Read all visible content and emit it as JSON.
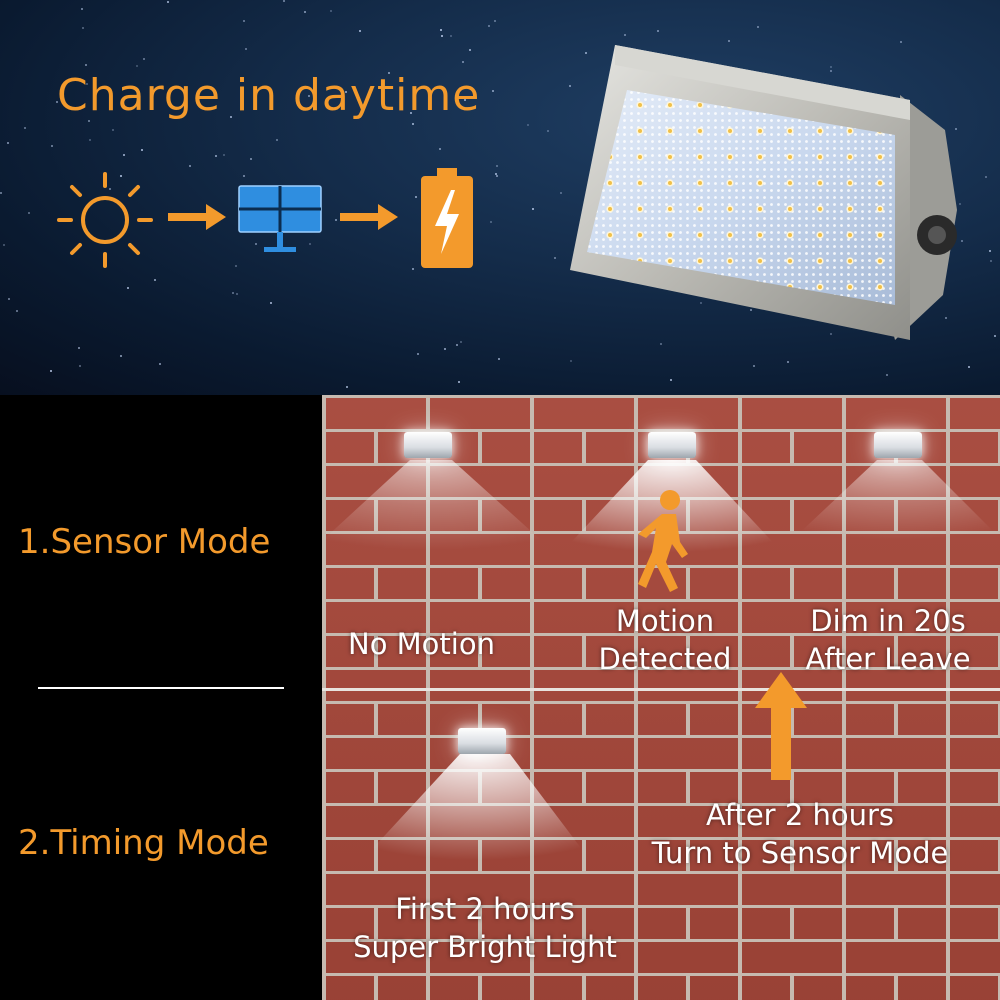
{
  "colors": {
    "accent_orange": "#f39a2c",
    "panel_blue": "#2f8ee0",
    "brick": "#a6473a",
    "sky": "#142c4a"
  },
  "header": {
    "title": "Charge in daytime",
    "flow_icons": [
      "sun-icon",
      "arrow-right-icon",
      "solar-panel-icon",
      "arrow-right-icon",
      "battery-charging-icon"
    ]
  },
  "product": {
    "icon": "solar-floodlight-image"
  },
  "modes": {
    "sensor": {
      "label": "1.Sensor Mode",
      "states": {
        "no_motion": "No Motion",
        "motion_line1": "Motion",
        "motion_line2": "Detected",
        "dim_line1": "Dim in 20s",
        "dim_line2": "After Leave"
      }
    },
    "timing": {
      "label": "2.Timing Mode",
      "after_line1": "After 2 hours",
      "after_line2": "Turn to Sensor Mode",
      "first_line1": "First 2 hours",
      "first_line2": "Super Bright Light"
    }
  }
}
